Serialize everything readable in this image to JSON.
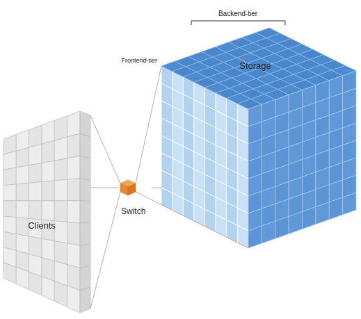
{
  "diagram": {
    "nodes": [
      {
        "text": [
          "Clients"
        ]
      },
      {
        "text": [
          "Switch"
        ]
      },
      {
        "text": [
          "Storage"
        ]
      }
    ],
    "edges": [
      {
        "from": 0,
        "to": 1,
        "arrow": "none"
      },
      {
        "from": 1,
        "to": 2,
        "arrow": "none"
      }
    ],
    "labels": [
      "Frontend-tier",
      "Backend-tier"
    ]
  }
}
